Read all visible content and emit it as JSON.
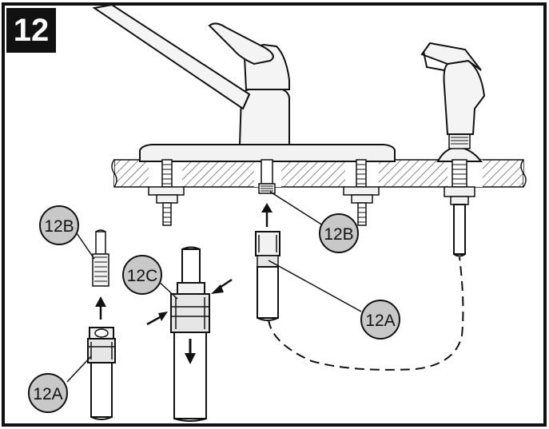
{
  "step": {
    "number": "12"
  },
  "callouts": {
    "c12b_left": "12B",
    "c12c": "12C",
    "c12a_left": "12A",
    "c12b_right": "12B",
    "c12a_right": "12A"
  },
  "colors": {
    "stroke": "#111111",
    "callout_fill": "#c8c8c8",
    "metal_fill": "#ececec",
    "hatch": "#555555"
  }
}
